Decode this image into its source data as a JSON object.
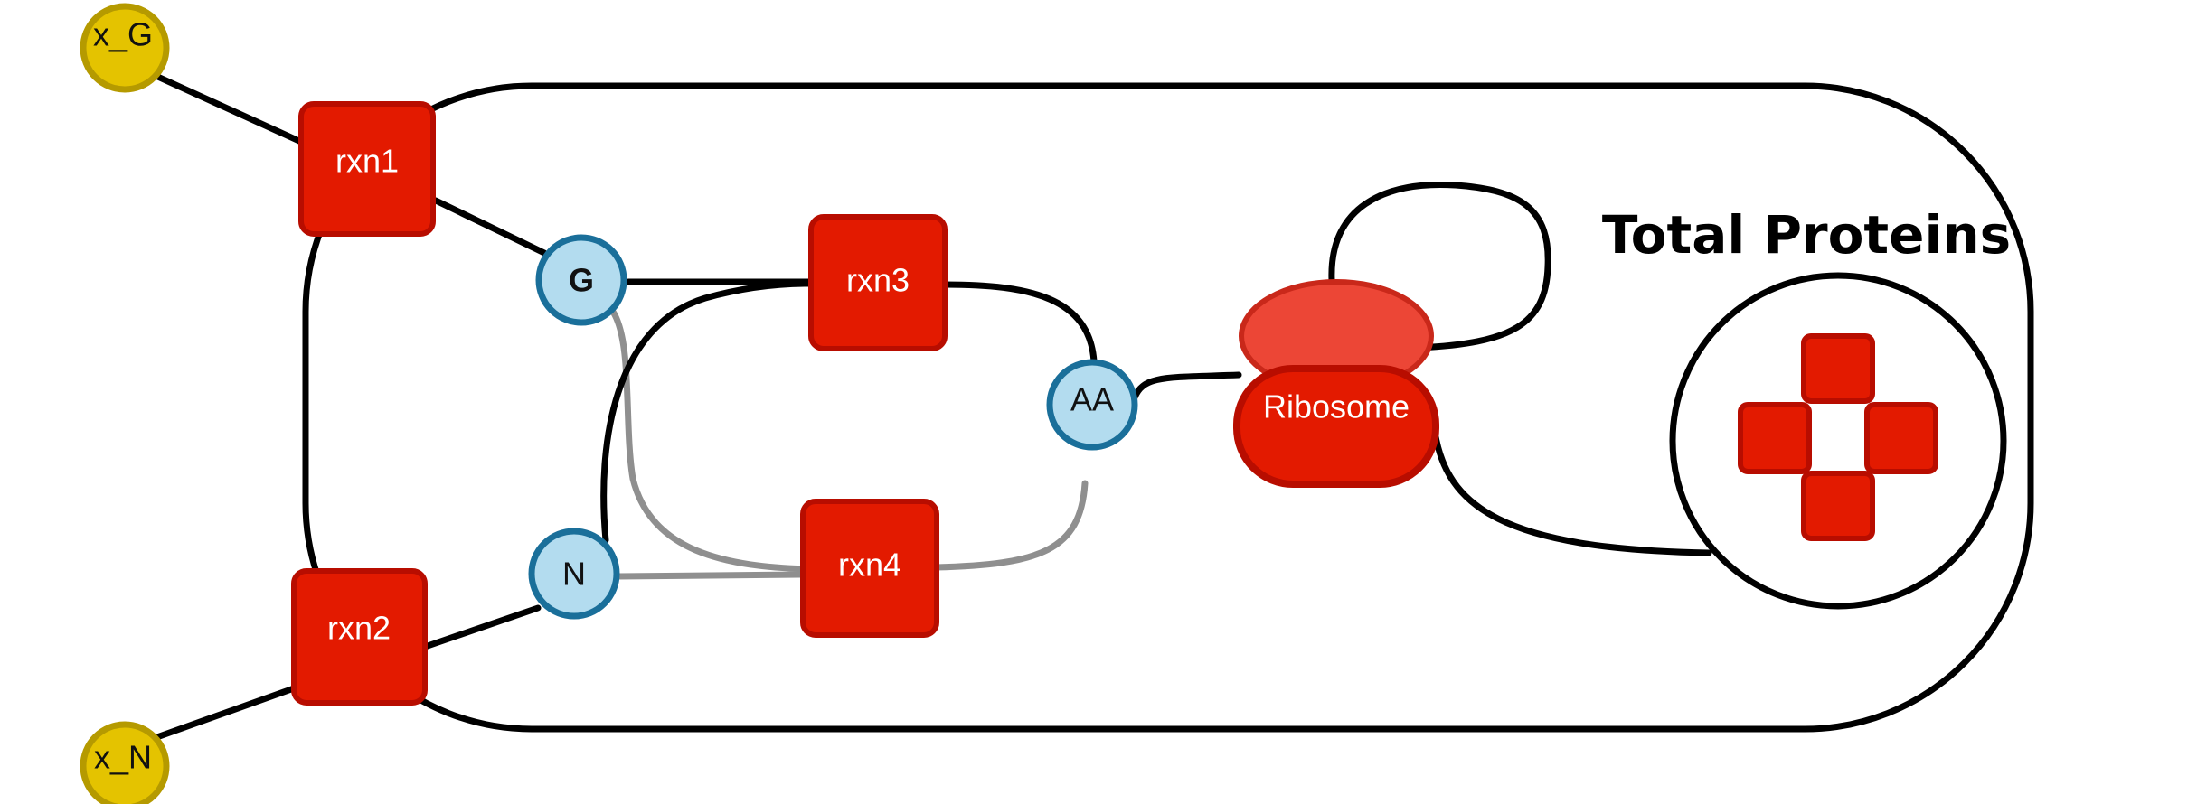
{
  "external_metabolites": {
    "x_G": "x_G",
    "x_N": "x_N"
  },
  "reactions": {
    "rxn1": "rxn1",
    "rxn2": "rxn2",
    "rxn3": "rxn3",
    "rxn4": "rxn4"
  },
  "metabolites": {
    "G": "G",
    "N": "N",
    "AA": "AA"
  },
  "ribosome": "Ribosome",
  "total_proteins": "Total Proteins",
  "colors": {
    "reaction_fill": "#e31a00",
    "metabolite_fill": "#b3dcef",
    "external_fill": "#e4c300",
    "ribosome_fill": "#e31a00",
    "ribosome_top_fill": "#ec4636"
  }
}
